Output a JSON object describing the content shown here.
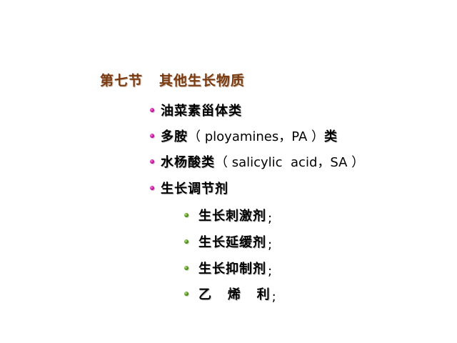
{
  "title": "第七节   其他生长物质",
  "items": [
    {
      "cjk": "油菜素甾体类",
      "latin": ""
    },
    {
      "cjk": "多胺",
      "latin": "（ ployamines，PA ）",
      "suffix": "类"
    },
    {
      "cjk": "水杨酸类",
      "latin": "（ salicylic  acid，SA ）",
      "suffix": ""
    },
    {
      "cjk": "生长调节剂",
      "latin": ""
    }
  ],
  "subitems": [
    {
      "label": "生长刺激剂",
      "punct": ";"
    },
    {
      "label": "生长延缓剂",
      "punct": ";"
    },
    {
      "label": "生长抑制剂",
      "punct": ";"
    },
    {
      "label": "乙   烯   利",
      "punct": ";"
    }
  ],
  "colors": {
    "title": "#7a3b12",
    "bullet_level1": "#c0109a",
    "bullet_level2": "#4f8a1c"
  }
}
